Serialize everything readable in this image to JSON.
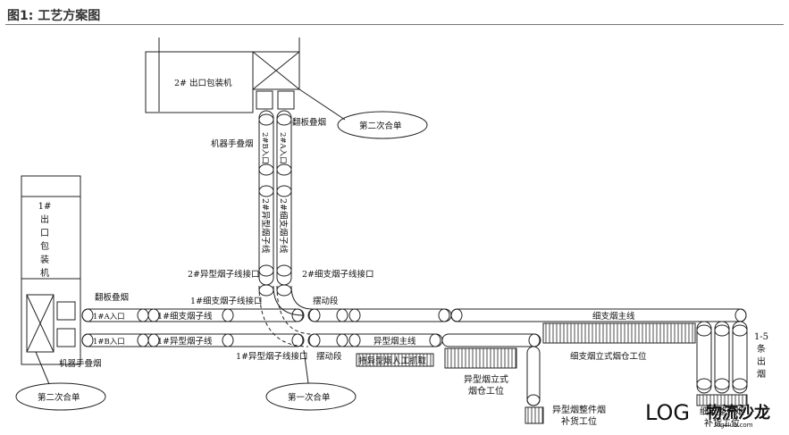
{
  "header": {
    "fig_num": "图1:",
    "title": "工艺方案图"
  },
  "labels": {
    "machine2": "2# 出口包装机",
    "machine1": "1#\n出\n口\n包\n装\n机",
    "second_merge": "第二次合单",
    "first_merge": "第一次合单",
    "flip_stack": "翻板叠烟",
    "robot_stack": "机器手叠烟",
    "entry_2b": "2#B入口",
    "entry_2a": "2#A入口",
    "sub_special_2": "2#异型烟子线",
    "sub_thin_2": "2#细支烟子线",
    "port_special_2": "2#异型烟子线接口",
    "port_thin_2": "2#细支烟子线接口",
    "entry_1a": "1#A入口",
    "entry_1b": "1#B入口",
    "sub_thin_1": "1#细支烟子线",
    "sub_special_1": "1#异型烟子线",
    "port_thin_1": "1#细支烟子线接口",
    "port_special_1": "1#异型烟子线接口",
    "swing_1": "摆动段",
    "swing_2": "摆动段",
    "main_special": "异型烟主线",
    "main_thin": "细支烟主线",
    "manual_grab": "特异型烟人工抓取",
    "special_store": "异型烟立式\n烟仓工位",
    "special_replenish": "异型烟整件烟\n补货工位",
    "thin_store": "细支烟立式烟仓工位",
    "thin_replenish": "细支整件烟\n补货工位",
    "exit_lines": "1-5\n条\n出\n烟"
  },
  "watermark": {
    "logo": "LOG",
    "text": "物流沙龙",
    "url": "logclub.com"
  }
}
